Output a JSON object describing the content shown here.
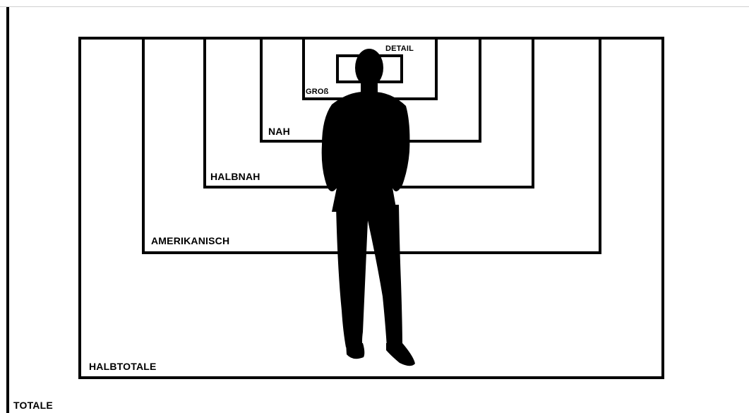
{
  "shot_sizes": {
    "detail": "DETAIL",
    "gross": "GROß",
    "nah": "NAH",
    "halbnah": "HALBNAH",
    "amerikanisch": "AMERIKANISCH",
    "halbtotale": "HALBTOTALE",
    "totale": "TOTALE"
  }
}
